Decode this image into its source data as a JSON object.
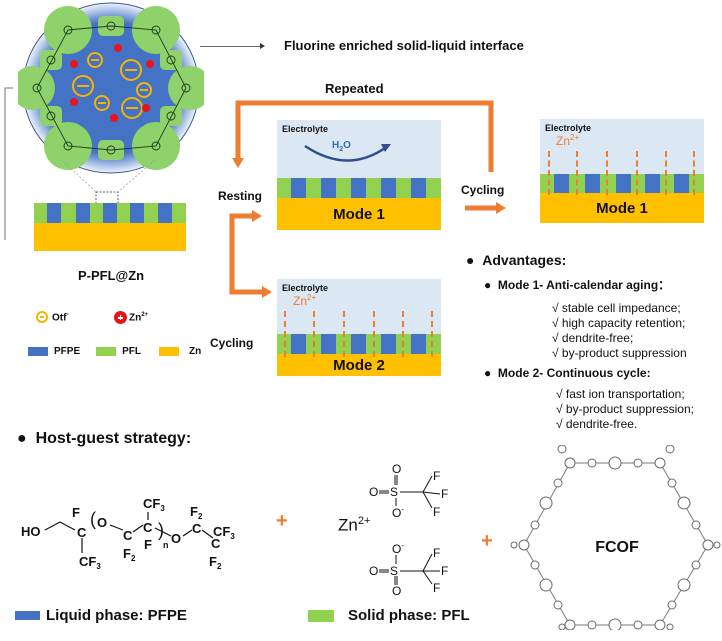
{
  "header": {
    "interface_label": "Fluorine enriched solid-liquid interface",
    "repeated_label": "Repeated"
  },
  "anode": {
    "label": "P-PFL@Zn"
  },
  "legend_small": {
    "otf_label": "Otf",
    "otf_sup": "-",
    "zn_label": "Zn",
    "zn_sup": "2+",
    "pfpe": "PFPE",
    "pfl": "PFL",
    "zn": "Zn"
  },
  "flow": {
    "resting": "Resting",
    "cycling_top": "Cycling",
    "cycling_bottom": "Cycling"
  },
  "cells": {
    "electrolyte": "Electrolyte",
    "h2o_main": "H",
    "h2o_sub": "2",
    "h2o_end": "O",
    "zn_ion": "Zn",
    "zn_ion_sup": "2+",
    "mode1": "Mode 1",
    "mode2": "Mode 2"
  },
  "advantages": {
    "title": "Advantages:",
    "mode1_title": "Mode 1- Anti-calendar aging：",
    "mode1_items": [
      "stable cell impedance;",
      "high capacity retention;",
      "dendrite-free;",
      "by-product suppression"
    ],
    "mode2_title": "Mode 2- Continuous cycle:",
    "mode2_items": [
      "fast ion transportation;",
      "by-product suppression;",
      "dendrite-free."
    ]
  },
  "strategy": {
    "title": "Host-guest strategy:",
    "plus": "+",
    "salt_cation": "Zn",
    "salt_cation_sup": "2+",
    "fcof_label": "FCOF"
  },
  "bottom_legend": {
    "liquid": "Liquid phase: PFPE",
    "solid": "Solid phase: PFL"
  },
  "colors": {
    "pfpe": "#4472c4",
    "pfl": "#92d050",
    "zn": "#ffc000",
    "accent": "#ed7d31",
    "electrolyte": "#dbe7f2",
    "cation": "#e8141c"
  }
}
